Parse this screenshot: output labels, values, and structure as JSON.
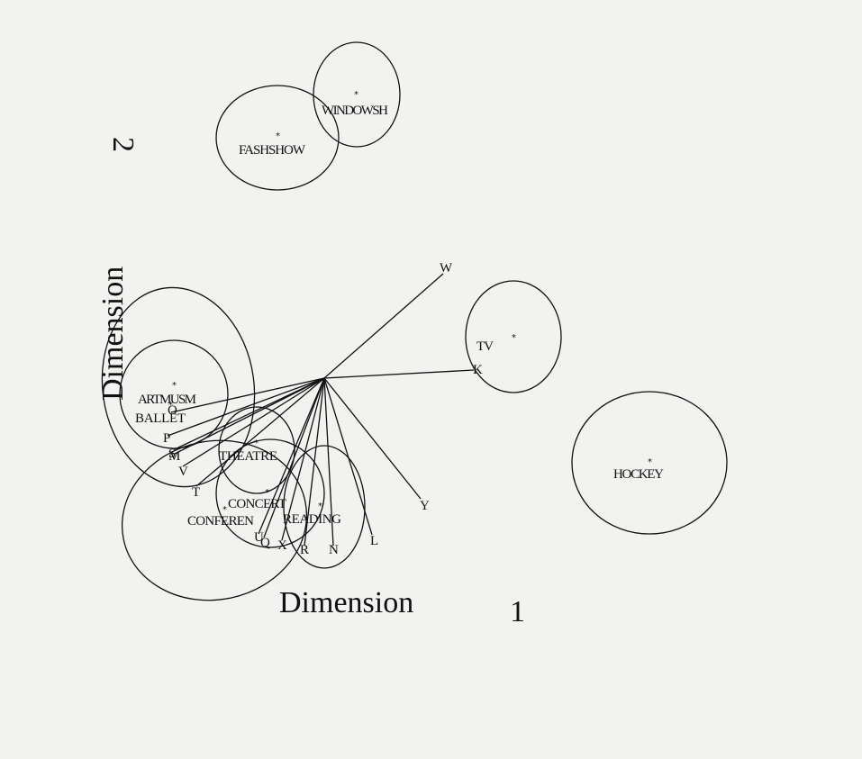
{
  "chart_data": {
    "type": "scatter",
    "xlabel": "Dimension 1",
    "ylabel": "Dimension 2",
    "xaxis": {
      "word": "Dimension",
      "number": "1"
    },
    "yaxis": {
      "word": "Dimension",
      "number": "2"
    },
    "grid": false,
    "stimuli": [
      {
        "label": "WINDOWSH"
      },
      {
        "label": "FASHSHOW"
      },
      {
        "label": "TV"
      },
      {
        "label": "HOCKEY"
      },
      {
        "label": "ARTMUSM"
      },
      {
        "label": "BALLET"
      },
      {
        "label": "THEATRE"
      },
      {
        "label": "CONCERT"
      },
      {
        "label": "READING"
      },
      {
        "label": "CONFEREN"
      }
    ],
    "subject_vectors": [
      {
        "label": "W"
      },
      {
        "label": "K"
      },
      {
        "label": "Y"
      },
      {
        "label": "L"
      },
      {
        "label": "N"
      },
      {
        "label": "R"
      },
      {
        "label": "X"
      },
      {
        "label": "Q"
      },
      {
        "label": "U"
      },
      {
        "label": "T"
      },
      {
        "label": "V"
      },
      {
        "label": "M"
      },
      {
        "label": "S"
      },
      {
        "label": "P"
      },
      {
        "label": "O"
      }
    ],
    "point_marker": "*"
  }
}
